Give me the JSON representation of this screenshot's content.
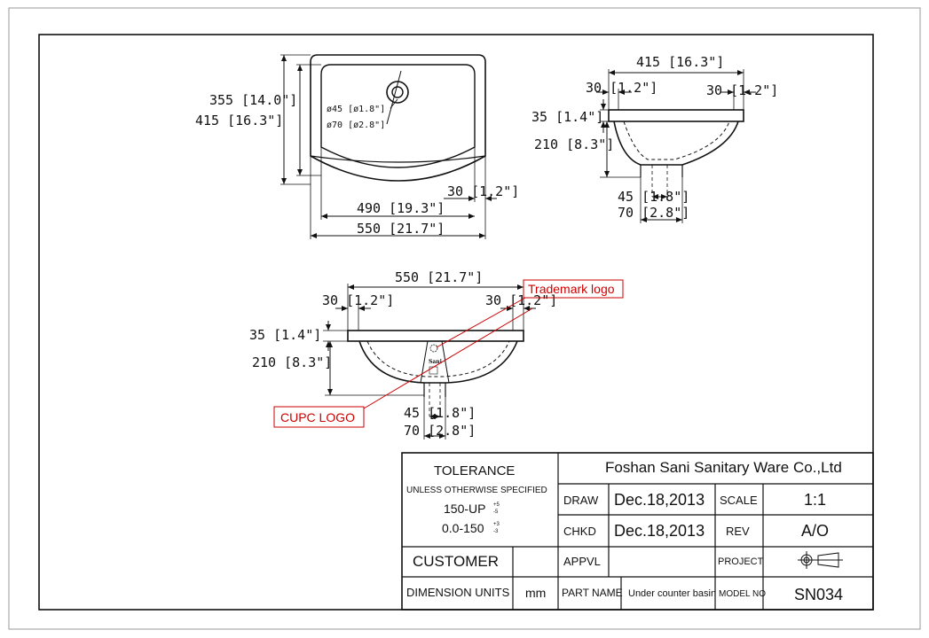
{
  "colors": {
    "line": "#111111",
    "annotation": "#cc0000"
  },
  "top_view": {
    "depth_inner": "355 [14.0\"]",
    "depth_outer": "415 [16.3\"]",
    "hole_small": "ø45 [ø1.8\"]",
    "hole_large": "ø70 [ø2.8\"]",
    "rim": "30 [1.2\"]",
    "width_inner": "490 [19.3\"]",
    "width_outer": "550 [21.7\"]"
  },
  "side_view": {
    "width": "415 [16.3\"]",
    "rim_left": "30 [1.2\"]",
    "rim_right": "30 [1.2\"]",
    "rim_height": "35 [1.4\"]",
    "depth": "210 [8.3\"]",
    "drain_small": "45 [1.8\"]",
    "drain_large": "70 [2.8\"]"
  },
  "front_view": {
    "width": "550 [21.7\"]",
    "rim_left": "30 [1.2\"]",
    "rim_right": "30 [1.2\"]",
    "rim_height": "35 [1.4\"]",
    "depth": "210 [8.3\"]",
    "drain_small": "45 [1.8\"]",
    "drain_large": "70 [2.8\"]",
    "logo_mark": "Sani",
    "trademark_label": "Trademark logo",
    "cupc_label": "CUPC LOGO"
  },
  "title_block": {
    "tolerance": "TOLERANCE",
    "unless": "UNLESS OTHERWISE SPECIFIED",
    "tol1": "150-UP",
    "tol1_plus": "+5",
    "tol1_minus": "-5",
    "tol2": "0.0-150",
    "tol2_plus": "+3",
    "tol2_minus": "-3",
    "customer": "CUSTOMER",
    "dimension_units": "DIMENSION UNITS",
    "units": "mm",
    "company": "Foshan Sani Sanitary Ware Co.,Ltd",
    "draw_label": "DRAW",
    "draw_date": "Dec.18,2013",
    "scale_label": "SCALE",
    "scale_value": "1:1",
    "chkd_label": "CHKD",
    "chkd_date": "Dec.18,2013",
    "rev_label": "REV",
    "rev_value": "A/O",
    "appvl_label": "APPVL",
    "project_label": "PROJECT",
    "part_name_label": "PART NAME",
    "part_name": "Under counter basin",
    "model_no_label": "MODEL NO",
    "model_no": "SN034"
  }
}
